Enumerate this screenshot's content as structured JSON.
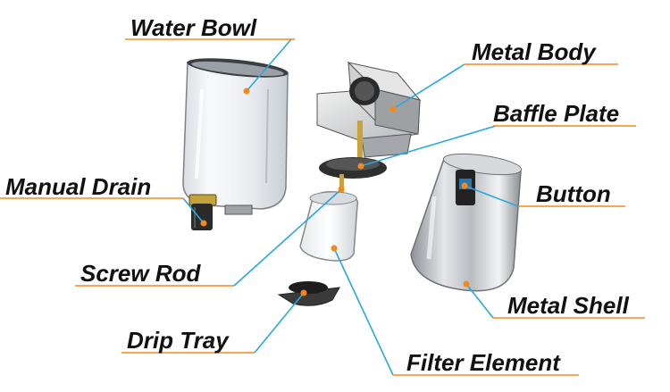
{
  "colors": {
    "leader_blue": "#29a8dc",
    "leader_orange": "#f08a1c",
    "label_text": "#111111"
  },
  "labels": {
    "water_bowl": "Water Bowl",
    "metal_body": "Metal Body",
    "baffle_plate": "Baffle Plate",
    "manual_drain": "Manual Drain",
    "button": "Button",
    "screw_rod": "Screw Rod",
    "metal_shell": "Metal Shell",
    "drip_tray": "Drip Tray",
    "filter_element": "Filter Element"
  }
}
